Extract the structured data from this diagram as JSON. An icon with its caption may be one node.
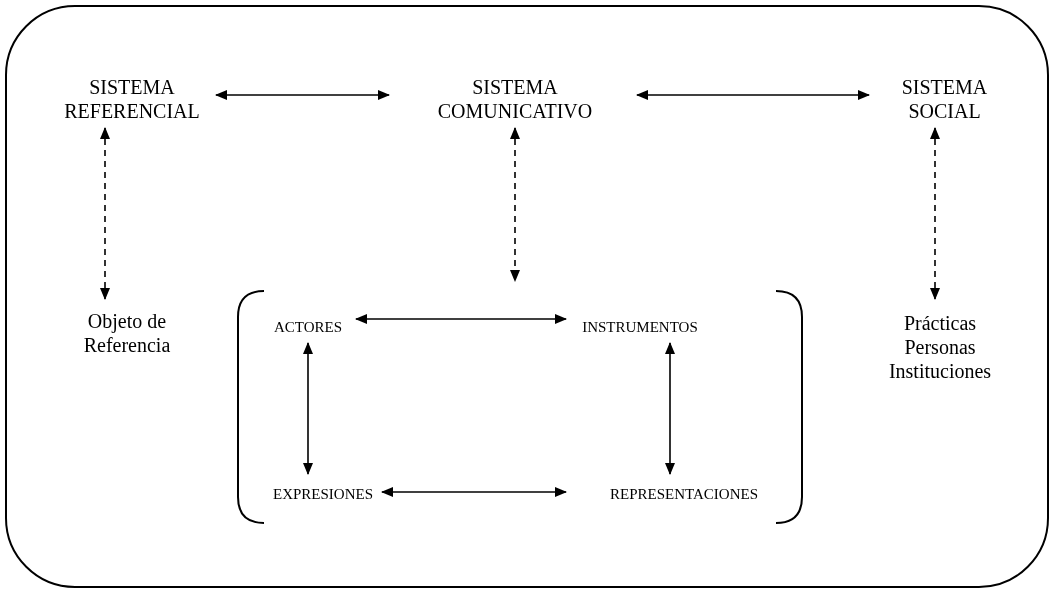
{
  "diagram": {
    "nodes": [
      {
        "text": [],
        "shape": "box"
      },
      {
        "text": [
          "SISTEMA REFERENCIAL"
        ],
        "in": 0
      },
      {
        "text": [
          "SISTEMA COMUNICATIVO"
        ],
        "in": 0
      },
      {
        "text": [
          "SISTEMA SOCIAL"
        ],
        "in": 0
      },
      {
        "text": [
          "Objeto de Referencia"
        ],
        "in": 0
      },
      {
        "text": [],
        "shape": "box",
        "in": 0
      },
      {
        "text": [
          "ACTORES"
        ],
        "in": 5
      },
      {
        "text": [
          "INSTRUMENTOS"
        ],
        "in": 5
      },
      {
        "text": [
          "Prácticas",
          "Personas",
          "Instituciones"
        ],
        "in": 0
      },
      {
        "text": [
          "EXPRESIONES"
        ],
        "in": 5
      },
      {
        "text": [
          "REPRESENTACIONES"
        ],
        "in": 5
      }
    ],
    "edges": [
      {
        "from": 1,
        "to": 2,
        "arrow": "both"
      },
      {
        "from": 2,
        "to": 3,
        "arrow": "both"
      },
      {
        "from": 1,
        "to": 4,
        "arrow": "both",
        "style": "dashed"
      },
      {
        "from": 2,
        "to": 5,
        "arrow": "both",
        "style": "dashed"
      },
      {
        "from": 3,
        "to": 8,
        "arrow": "both",
        "style": "dashed"
      },
      {
        "from": 6,
        "to": 7,
        "arrow": "both"
      },
      {
        "from": 6,
        "to": 9,
        "arrow": "both"
      },
      {
        "from": 7,
        "to": 10,
        "arrow": "both"
      },
      {
        "from": 9,
        "to": 10,
        "arrow": "both"
      }
    ]
  }
}
